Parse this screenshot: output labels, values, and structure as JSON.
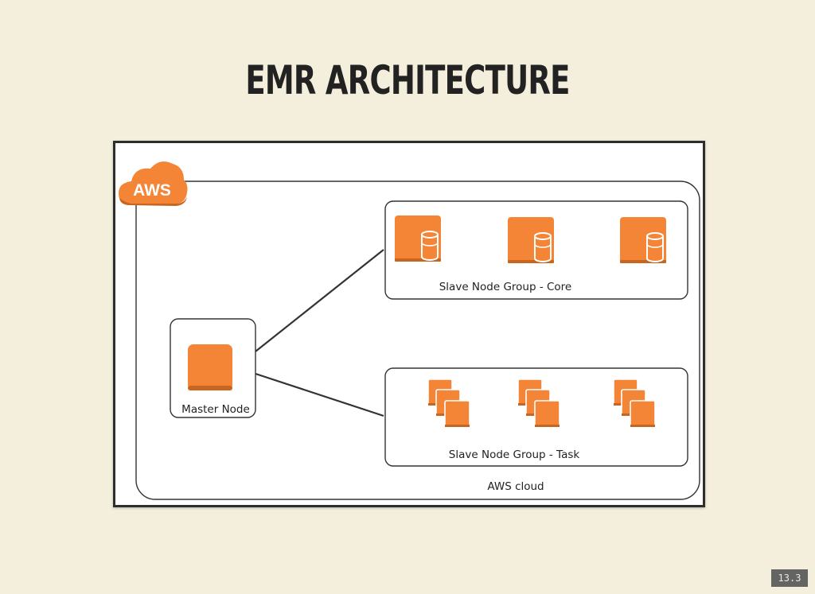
{
  "slide": {
    "title": "EMR ARCHITECTURE",
    "number": "13.3"
  },
  "diagram": {
    "logo_text": "AWS",
    "cloud_label": "AWS cloud",
    "master_label": "Master Node",
    "core_group_label": "Slave Node Group - Core",
    "task_group_label": "Slave Node Group - Task",
    "core_node_count": 3,
    "task_node_count": 3,
    "colors": {
      "aws_orange": "#f58536",
      "aws_orange_dark": "#c76620",
      "line": "#333333"
    },
    "icons": {
      "logo": "aws-cloud-logo-icon",
      "master": "ec2-instance-icon",
      "core": "ec2-instance-with-storage-icon",
      "task": "ec2-instances-stack-icon"
    }
  }
}
